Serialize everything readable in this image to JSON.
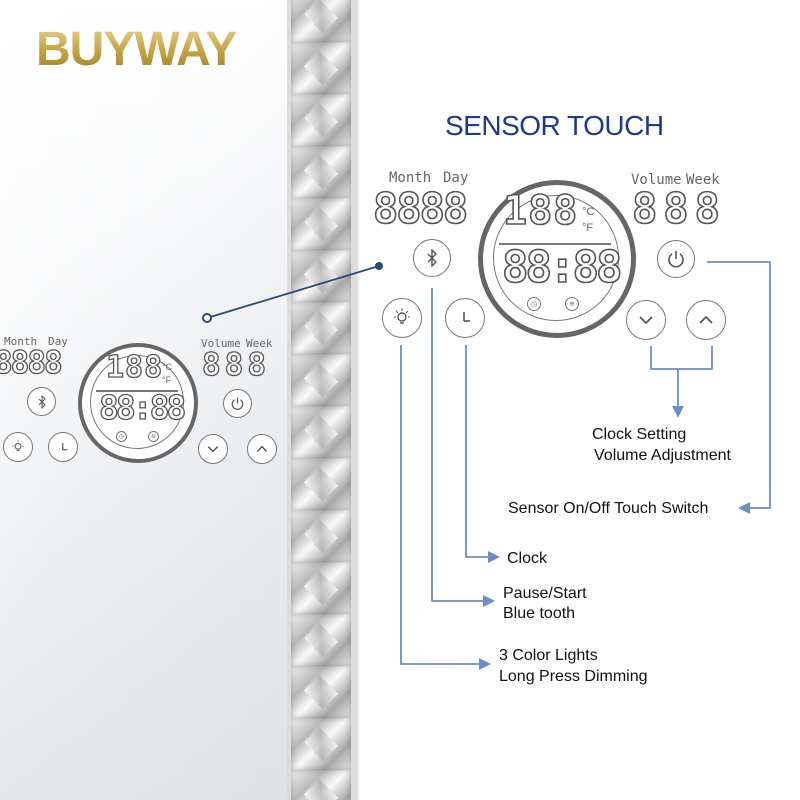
{
  "brand": {
    "name": "BUYWAY"
  },
  "heading": "SENSOR TOUCH",
  "panel": {
    "month_label": "Month",
    "day_label": "Day",
    "volume_label": "Volume",
    "week_label": "Week",
    "date_digits": "8888",
    "volume_week_digits": "888",
    "temp_digits": "188",
    "celsius": "°C",
    "fahrenheit": "°F",
    "clock_digits": "88:88",
    "icons": [
      "bluetooth-icon",
      "power-icon",
      "light-icon",
      "clock-icon",
      "chevron-down-icon",
      "chevron-up-icon"
    ]
  },
  "annotations": {
    "clock_setting": "Clock Setting",
    "volume_adjustment": "Volume Adjustment",
    "sensor_switch": "Sensor On/Off Touch Switch",
    "clock": "Clock",
    "pause_start": "Pause/Start",
    "bluetooth": "Blue tooth",
    "color_lights": "3 Color Lights",
    "long_press": "Long Press Dimming"
  },
  "colors": {
    "callout": "#6b8fc4",
    "heading": "#1f3a8a",
    "brand_gold": "#c8a544",
    "pointer": "#2b4a7a"
  }
}
